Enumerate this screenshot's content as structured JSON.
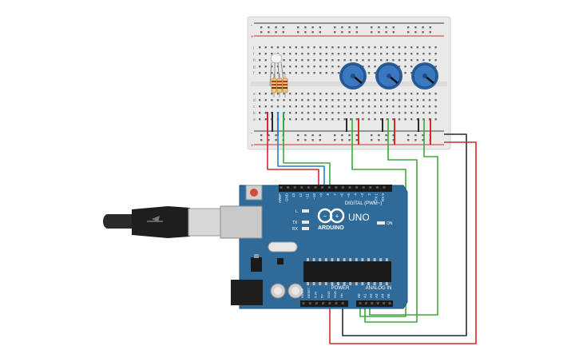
{
  "board": {
    "brand_text": "ARDUINO",
    "model_text": "UNO",
    "digital_label": "DIGITAL (PWM~)",
    "power_label": "POWER",
    "analog_label": "ANALOG IN",
    "on_label": "ON",
    "l_label": "L",
    "tx_label": "TX",
    "rx_label": "RX",
    "digital_pins": [
      "AREF",
      "GND",
      "13",
      "12",
      "~11",
      "~10",
      "~9",
      "8",
      "7",
      "~6",
      "~5",
      "4",
      "~3",
      "2",
      "TX 1",
      "RX 0"
    ],
    "power_pins": [
      "IOREF",
      "RESET",
      "3.3V",
      "5V",
      "GND",
      "GND",
      "Vin"
    ],
    "analog_pins": [
      "A0",
      "A1",
      "A2",
      "A3",
      "A4",
      "A5"
    ]
  },
  "breadboard": {
    "row_letters_top": [
      "j",
      "i",
      "h",
      "g",
      "f"
    ],
    "row_letters_bottom": [
      "e",
      "d",
      "c",
      "b",
      "a"
    ],
    "rail_plus": "+",
    "rail_minus": "-"
  },
  "components": {
    "rgb_led": "rgb-led",
    "resistors": 3,
    "potentiometers": 3
  },
  "colors": {
    "board_blue": "#2f6a99",
    "wire_red": "#d42a2a",
    "wire_black": "#2a2a2a",
    "wire_green": "#3ca83c",
    "wire_blue": "#2a7fd4",
    "pot_blue": "#3a78c0"
  }
}
